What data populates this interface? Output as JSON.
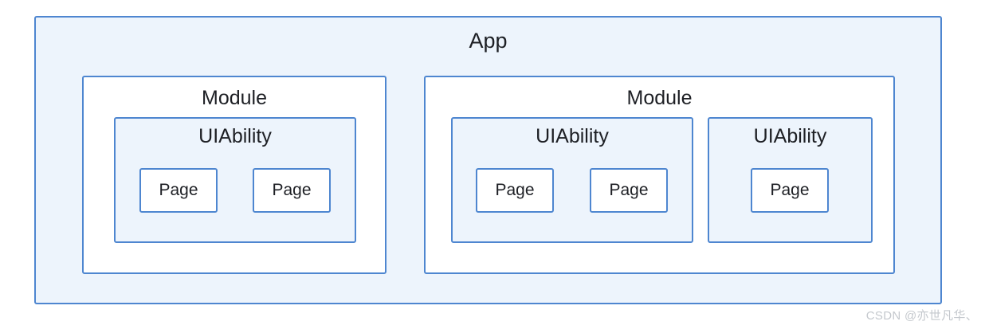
{
  "colors": {
    "border_blue": "#4e86d0",
    "light_blue_fill": "#edf4fc",
    "white_fill": "#ffffff",
    "text": "#1d1f24",
    "watermark_gray": "#c4c8cd"
  },
  "diagram": {
    "app": {
      "label": "App",
      "modules": [
        {
          "label": "Module",
          "uiabilities": [
            {
              "label": "UIAbility",
              "pages": [
                "Page",
                "Page"
              ]
            }
          ]
        },
        {
          "label": "Module",
          "uiabilities": [
            {
              "label": "UIAbility",
              "pages": [
                "Page",
                "Page"
              ]
            },
            {
              "label": "UIAbility",
              "pages": [
                "Page"
              ]
            }
          ]
        }
      ]
    }
  },
  "watermark": "CSDN @亦世凡华、"
}
